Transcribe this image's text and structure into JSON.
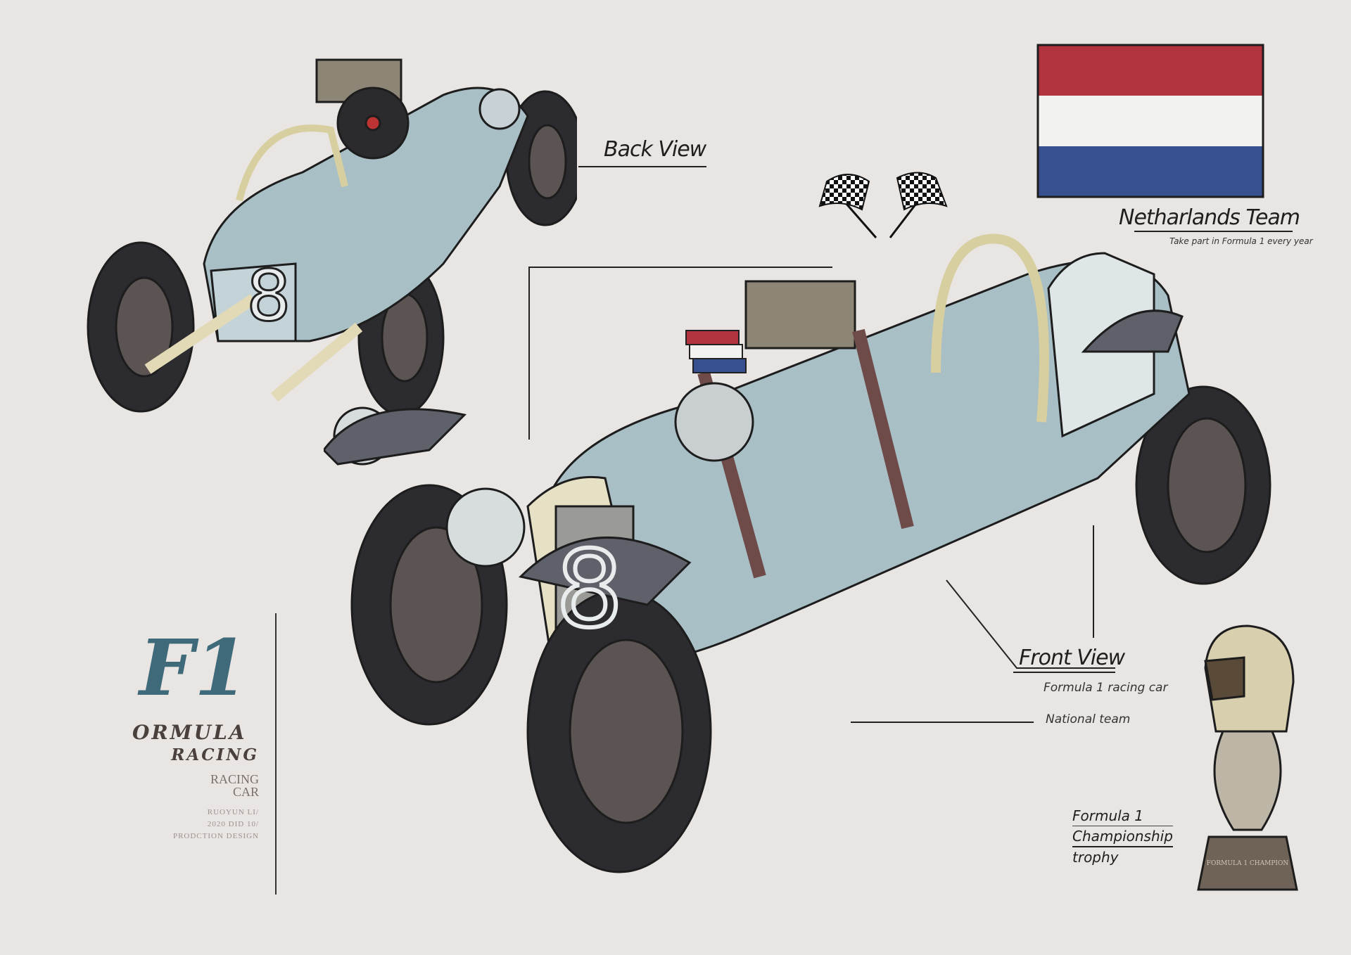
{
  "logo": {
    "mark": "F1",
    "line1": "ORMULA",
    "line2": "RACING",
    "subtitle1": "RACING",
    "subtitle2": "CAR",
    "credits": [
      "RUOYUN LI/",
      "2020 DID 10/",
      "PRODCTION DESIGN"
    ]
  },
  "annotations": {
    "back_view": "Back View",
    "team_title": "Netharlands Team",
    "team_note": "Take part in Formula 1 every year",
    "front_view": "Front View",
    "front_note1": "Formula 1 racing car",
    "front_note2": "National team",
    "trophy_line1": "Formula 1",
    "trophy_line2": "Championship",
    "trophy_line3": "trophy"
  },
  "car": {
    "number": "8"
  },
  "trophy": {
    "plaque": "FORMULA 1 CHAMPION"
  },
  "colors": {
    "background": "#e8e5e3",
    "car_body": "#a9bfc6",
    "logo_teal": "#3e6a7a",
    "flag_red": "#b1333d",
    "flag_white": "#f2f2f0",
    "flag_blue": "#37508f",
    "strap_brown": "#6e4a48",
    "cream": "#e6e0c4",
    "tire": "#2c2c30"
  }
}
